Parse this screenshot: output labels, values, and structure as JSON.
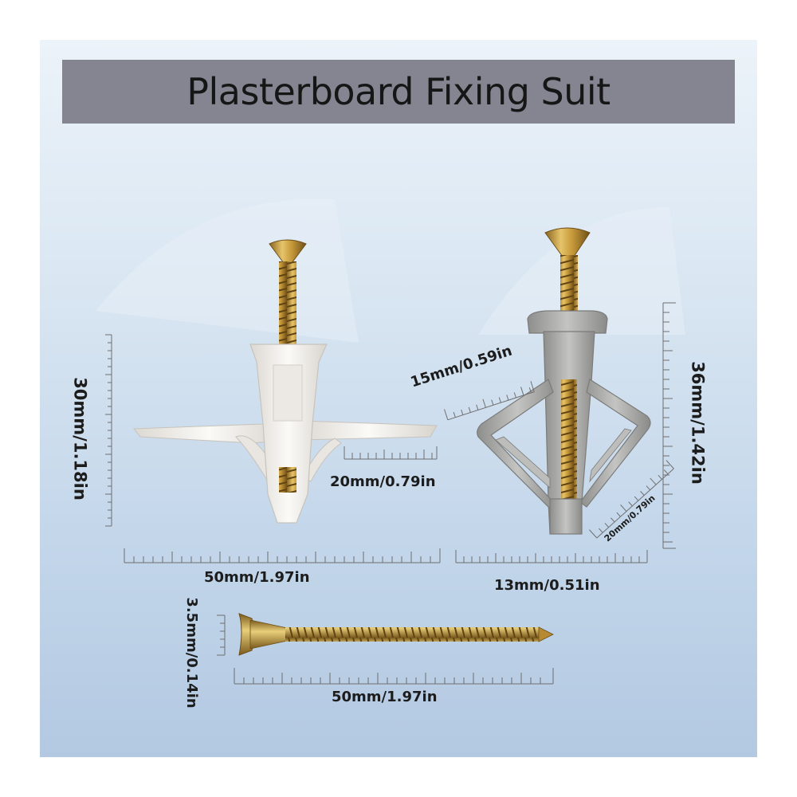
{
  "title": "Plasterboard Fixing Suit",
  "measurements": {
    "anchor1_height": "30mm/1.18in",
    "anchor1_wing": "20mm/0.79in",
    "anchor1_width": "50mm/1.97in",
    "anchor2_cap": "15mm/0.59in",
    "anchor2_height": "36mm/1.42in",
    "anchor2_wing": "20mm/0.79in",
    "anchor2_width": "13mm/0.51in",
    "screw_diameter": "3.5mm/0.14in",
    "screw_length": "50mm/1.97in"
  },
  "colors": {
    "background": "#c9d9ea",
    "title_bar": "#858592",
    "anchor_white": "#f4f2ef",
    "anchor_grey": "#a9a9a7",
    "screw_gold": "#c79a3a"
  }
}
